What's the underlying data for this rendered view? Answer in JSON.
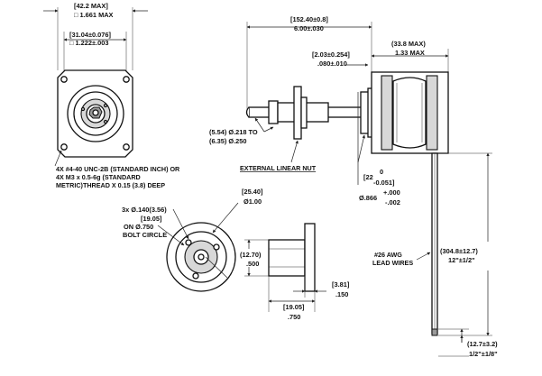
{
  "front_view": {
    "width_mm": "[42.2 MAX]",
    "width_in": "□ 1.661 MAX",
    "hole_spacing_mm": "[31.04±0.076]",
    "hole_spacing_in": "□ 1.222±.003",
    "thread_note": [
      "4X #4-40 UNC-2B (STANDARD INCH) OR",
      "4X M3 x 0.5-6g (STANDARD",
      "METRIC)THREAD X 0.15 (3.8) DEEP"
    ]
  },
  "side_view": {
    "screw_length_mm": "[152.40±0.8]",
    "screw_length_in": "6.00±.030",
    "motor_length_mm": "(33.8 MAX)",
    "motor_length_in": "1.33 MAX",
    "pilot_mm": "[2.03±0.254]",
    "pilot_in": ".080±.010",
    "screw_dia_1": "(5.54) Ø.218 TO",
    "screw_dia_2": "(6.35) Ø.250",
    "nut_label": "EXTERNAL LINEAR NUT",
    "boss_mm_top": "0",
    "boss_mm_main": "[22",
    "boss_mm_bottom": "-0.051]",
    "boss_in_main": "Ø.866",
    "boss_in_top": "+.000",
    "boss_in_bottom": "-.002",
    "lead_wires_1": "#26 AWG",
    "lead_wires_2": "LEAD WIRES",
    "lead_length_mm": "(304.8±12.7)",
    "lead_length_in": "12\"±1/2\"",
    "strip_mm": "(12.7±3.2)",
    "strip_in": "1/2\"±1/8\""
  },
  "nut_view": {
    "holes": "3x Ø.140(3.56)",
    "bolt_mm": "[19.05]",
    "bolt_in": "ON  Ø.750",
    "bolt_circle": "BOLT CIRCLE",
    "flange_mm": "[25.40]",
    "flange_in": "Ø1.00",
    "body_mm": "(12.70)",
    "body_in": ".500",
    "flange_thk_mm": "[3.81]",
    "flange_thk_in": ".150",
    "length_mm": "[19.05]",
    "length_in": ".750"
  }
}
